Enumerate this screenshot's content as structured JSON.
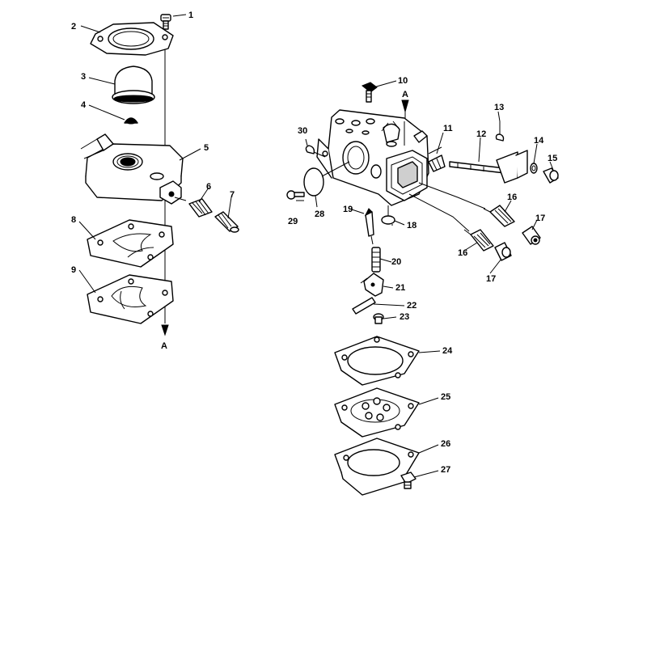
{
  "callouts": [
    {
      "id": "1",
      "text": "1"
    },
    {
      "id": "2",
      "text": "2"
    },
    {
      "id": "3",
      "text": "3"
    },
    {
      "id": "4",
      "text": "4"
    },
    {
      "id": "5",
      "text": "5"
    },
    {
      "id": "6",
      "text": "6"
    },
    {
      "id": "7",
      "text": "7"
    },
    {
      "id": "8",
      "text": "8"
    },
    {
      "id": "9",
      "text": "9"
    },
    {
      "id": "10",
      "text": "10"
    },
    {
      "id": "11",
      "text": "11"
    },
    {
      "id": "12",
      "text": "12"
    },
    {
      "id": "13",
      "text": "13"
    },
    {
      "id": "14",
      "text": "14"
    },
    {
      "id": "15",
      "text": "15"
    },
    {
      "id": "16a",
      "text": "16"
    },
    {
      "id": "16b",
      "text": "16"
    },
    {
      "id": "17a",
      "text": "17"
    },
    {
      "id": "17b",
      "text": "17"
    },
    {
      "id": "18",
      "text": "18"
    },
    {
      "id": "19",
      "text": "19"
    },
    {
      "id": "20",
      "text": "20"
    },
    {
      "id": "21",
      "text": "21"
    },
    {
      "id": "22",
      "text": "22"
    },
    {
      "id": "23",
      "text": "23"
    },
    {
      "id": "24",
      "text": "24"
    },
    {
      "id": "25",
      "text": "25"
    },
    {
      "id": "26",
      "text": "26"
    },
    {
      "id": "27",
      "text": "27"
    },
    {
      "id": "28",
      "text": "28"
    },
    {
      "id": "29",
      "text": "29"
    },
    {
      "id": "30",
      "text": "30"
    }
  ],
  "reference_markers": {
    "top": "A",
    "bottom": "A"
  },
  "colors": {
    "line": "#000000",
    "background": "#ffffff",
    "shade": "#cfcfcf"
  }
}
